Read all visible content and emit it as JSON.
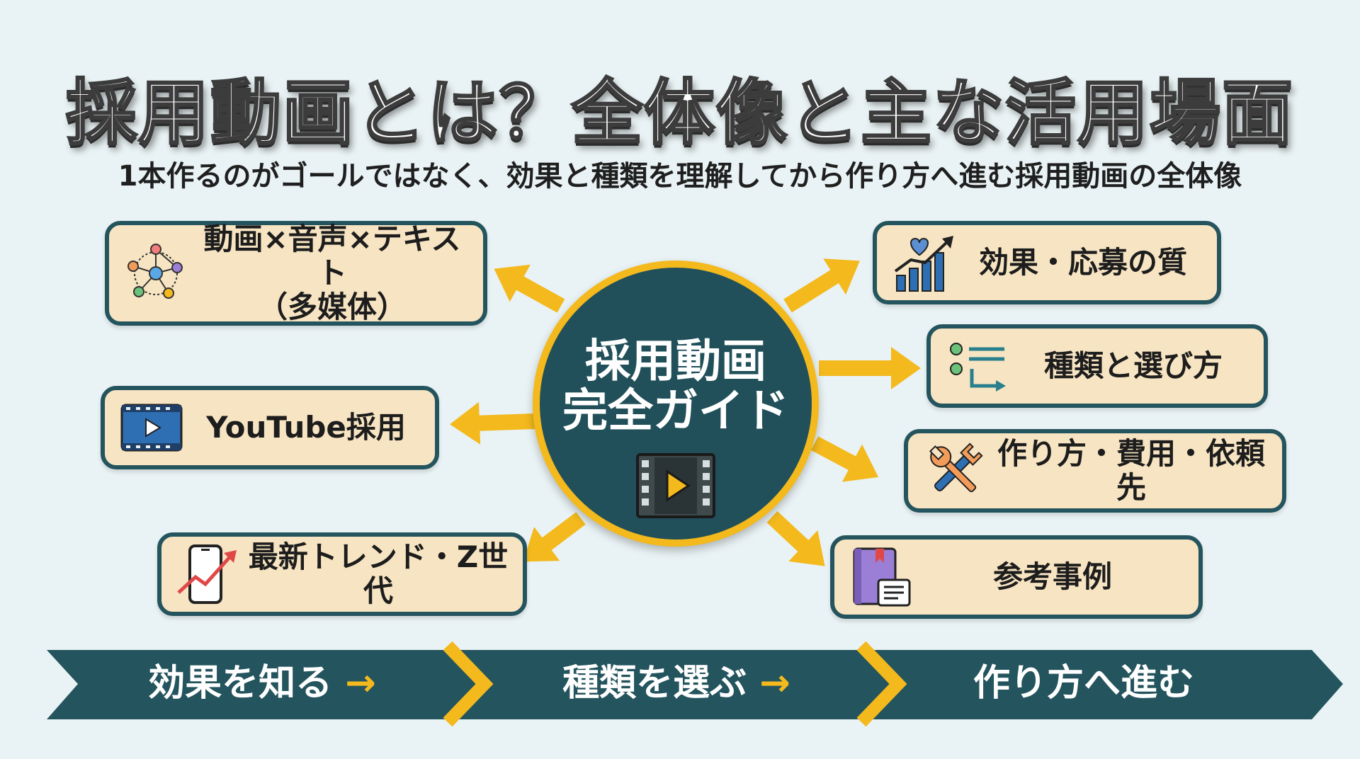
{
  "title": "採用動画とは？全体像と主な活用場面",
  "subtitle": "1本作るのがゴールではなく、効果と種類を理解してから作り方へ進む採用動画の全体像",
  "hub": {
    "line1": "採用動画",
    "line2": "完全ガイド",
    "icon": "film-play-icon"
  },
  "left_items": [
    {
      "line1": "動画×音声×テキスト",
      "line2": "（多媒体）",
      "icon": "network-nodes-icon"
    },
    {
      "line1": "YouTube採用",
      "icon": "video-player-icon"
    },
    {
      "line1": "最新トレンド・Z世代",
      "icon": "phone-trend-icon"
    }
  ],
  "right_items": [
    {
      "line1": "効果・応募の質",
      "icon": "heart-growth-chart-icon"
    },
    {
      "line1": "種類と選び方",
      "icon": "list-branch-icon"
    },
    {
      "line1": "作り方・費用・依頼先",
      "icon": "tools-icon"
    },
    {
      "line1": "参考事例",
      "icon": "book-document-icon"
    }
  ],
  "flow": [
    {
      "label": "効果を知る",
      "arrow": "→"
    },
    {
      "label": "種類を選ぶ",
      "arrow": "→"
    },
    {
      "label": "作り方へ進む",
      "arrow": ""
    }
  ],
  "colors": {
    "navy": "#24545e",
    "gold": "#f3b91d",
    "box_bg": "#f7e4c2",
    "page_bg": "#e9f2f4"
  }
}
